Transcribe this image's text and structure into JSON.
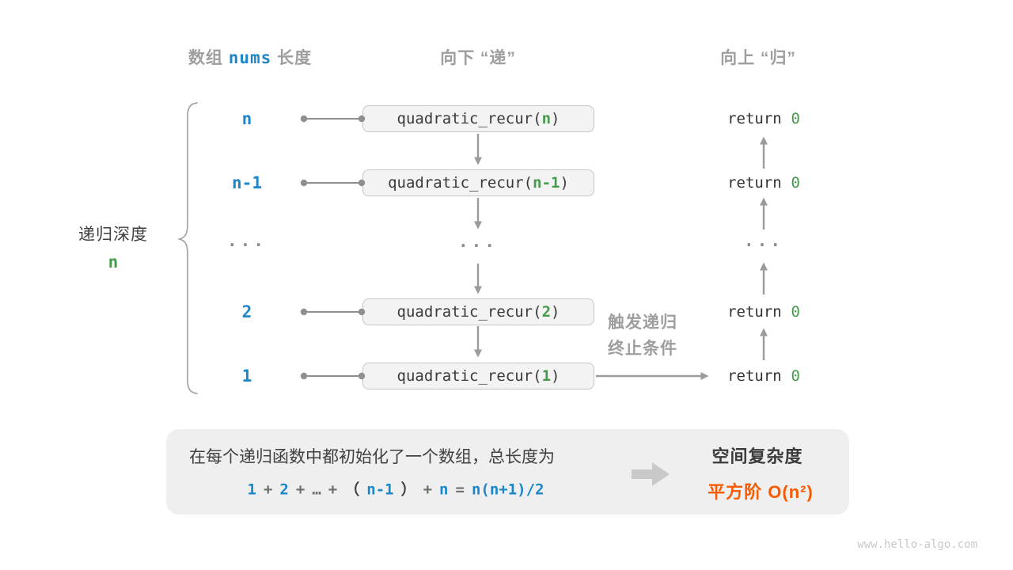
{
  "colors": {
    "accent_blue": "#1b87c9",
    "accent_green": "#469a4b",
    "accent_orange": "#f85a00",
    "muted_gray": "#9e9e9e"
  },
  "headers": {
    "array_label_prefix": "数组",
    "array_code": "nums",
    "array_label_suffix": "长度",
    "descend": "向下 “递”",
    "ascend": "向上 “归”"
  },
  "depth_brace_label": {
    "text": "递归深度",
    "value": "n"
  },
  "call": {
    "prefix": "quadratic_recur(",
    "suffix": ")"
  },
  "return_stmt": {
    "keyword": "return",
    "value": "0"
  },
  "rows": [
    {
      "length": "n",
      "arg": "n"
    },
    {
      "length": "n-1",
      "arg": "n-1"
    },
    {
      "length": "2",
      "arg": "2"
    },
    {
      "length": "1",
      "arg": "1"
    }
  ],
  "ellipsis": "...",
  "trigger_note": {
    "line1": "触发递归",
    "line2": "终止条件"
  },
  "summary": {
    "description": "在每个递归函数中都初始化了一个数组，总长度为",
    "formula": [
      "1",
      "+",
      "2",
      "+",
      "…",
      "+",
      "（",
      "n-1",
      "）",
      "+",
      "n",
      "=",
      "n(n+1)/2"
    ],
    "complexity_label": "空间复杂度",
    "complexity_value": "平方阶 O(n²)"
  },
  "watermark": "www.hello-algo.com"
}
